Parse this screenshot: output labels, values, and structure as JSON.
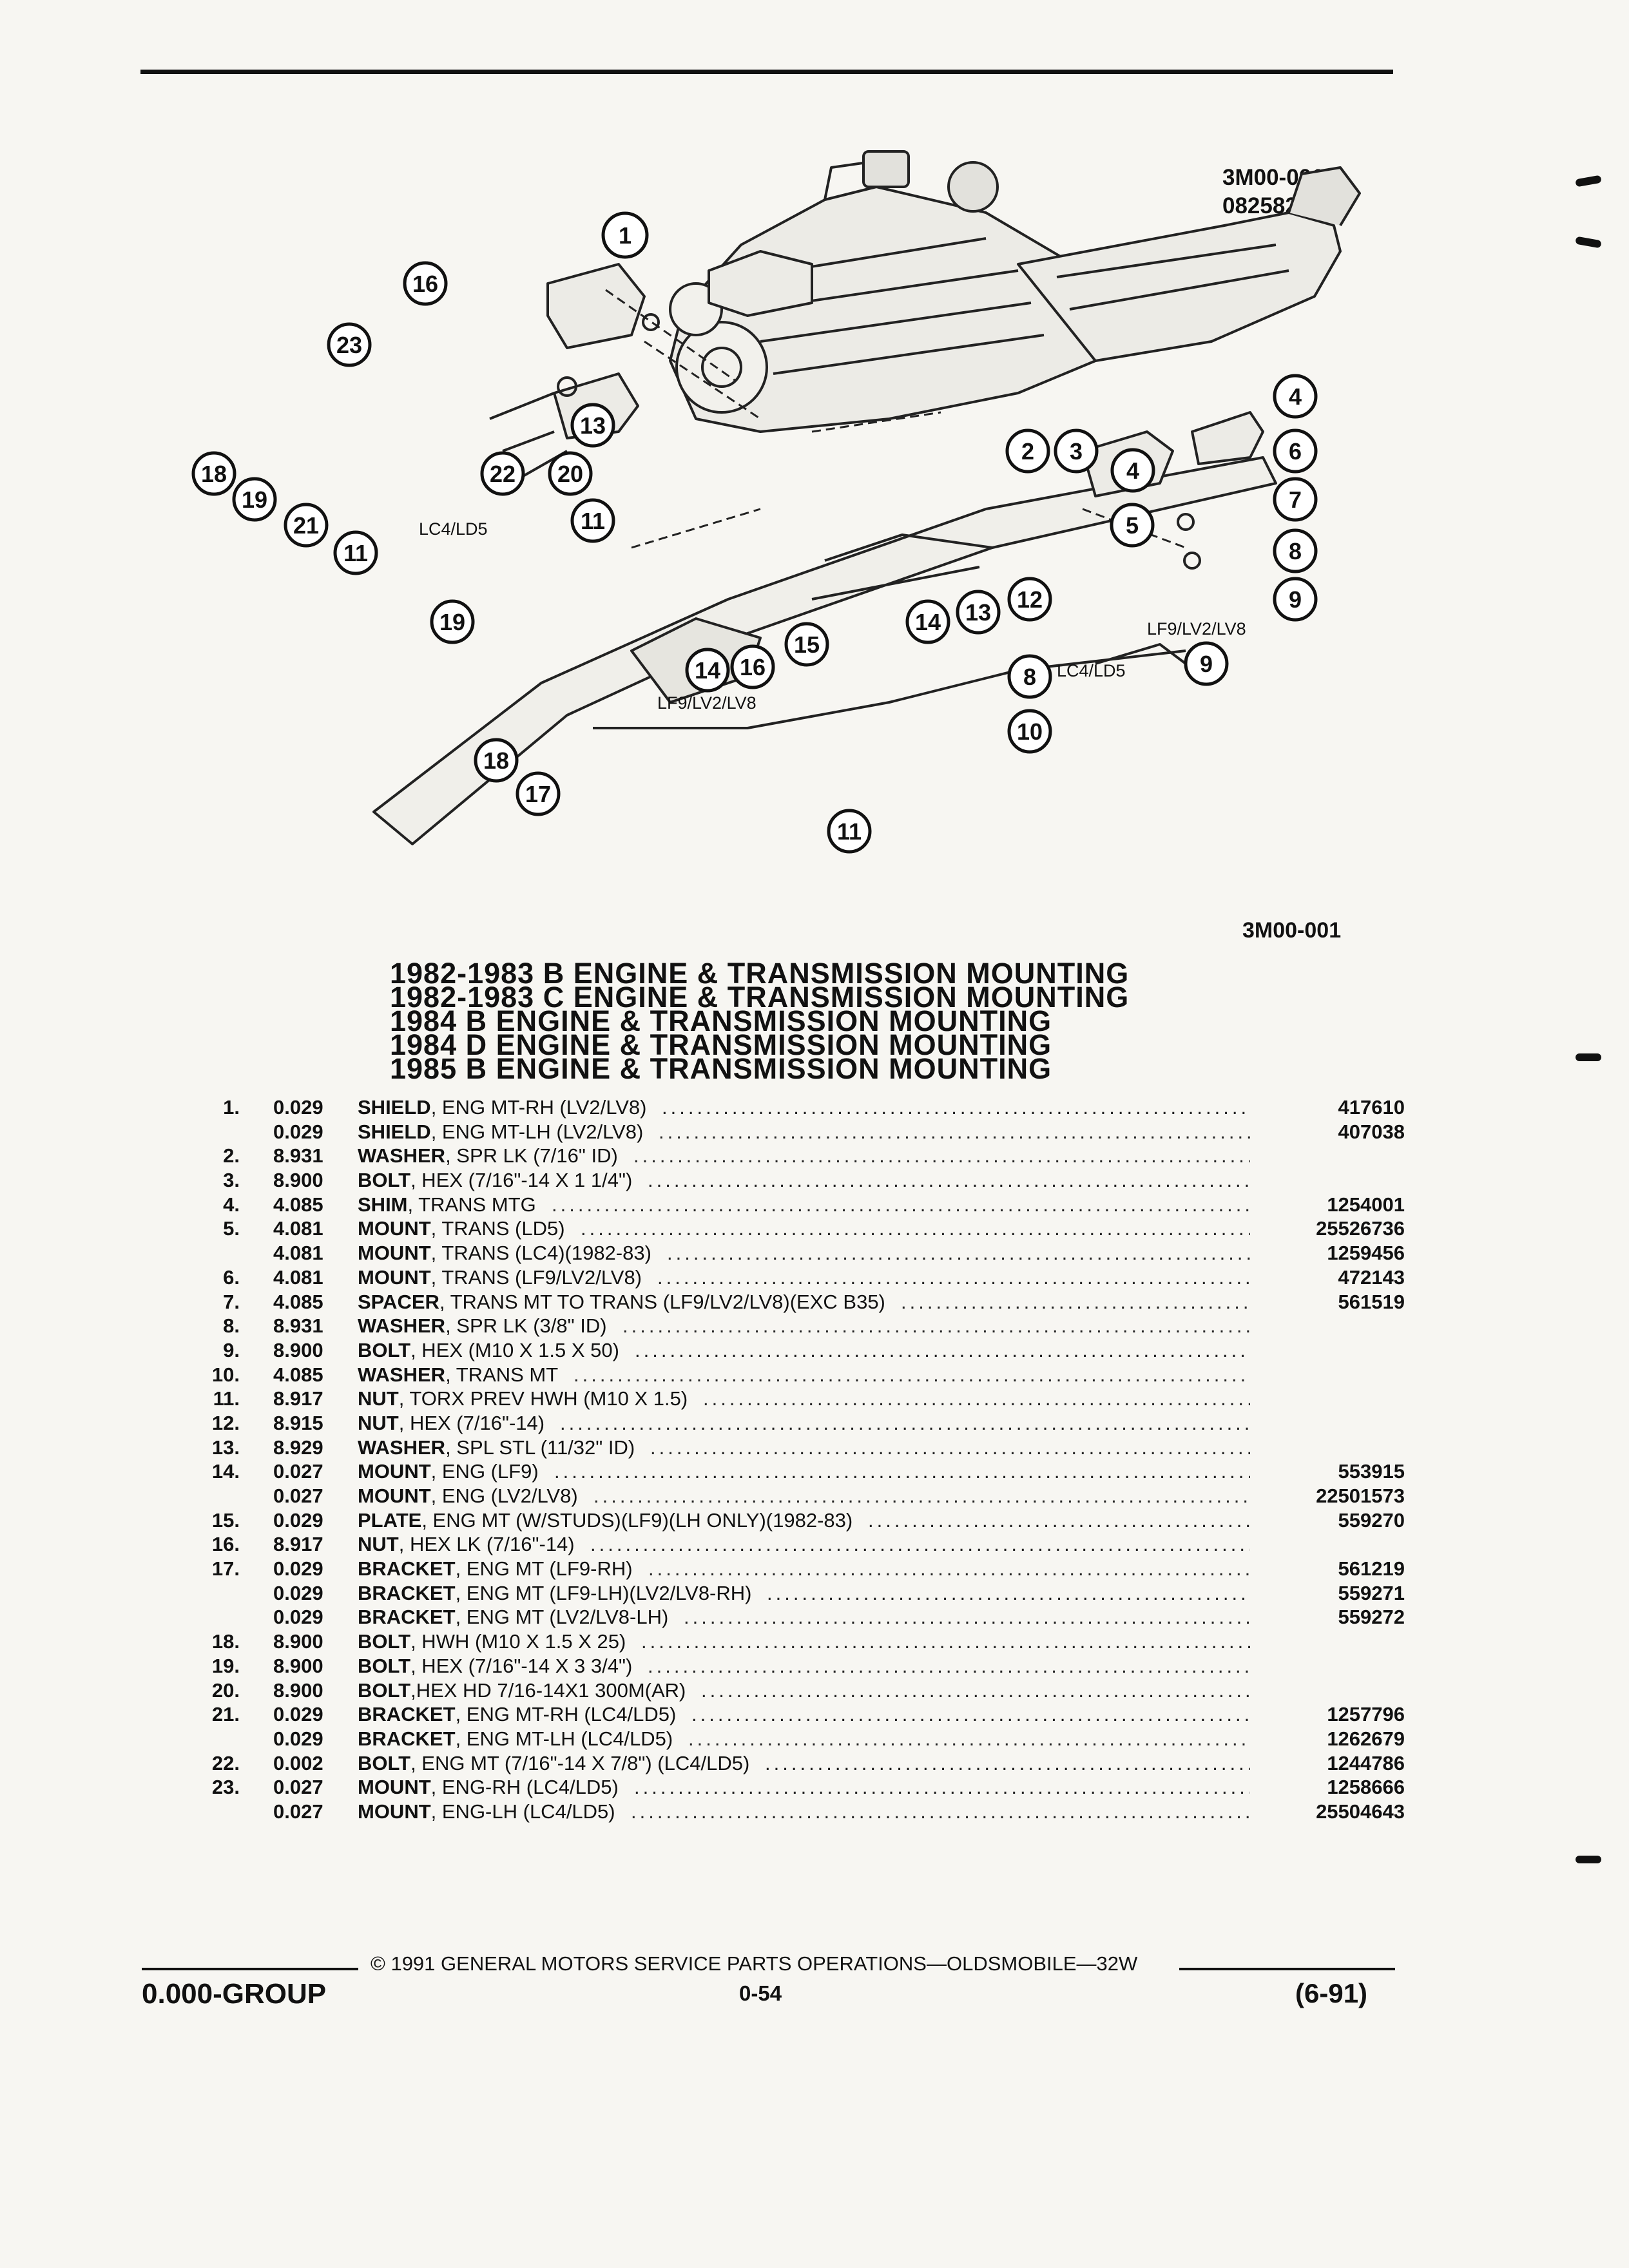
{
  "header": {
    "figure_code": "3M00-001",
    "figure_date": "082582",
    "figure_code_bottom": "3M00-001"
  },
  "diagram": {
    "callouts": [
      "1",
      "2",
      "3",
      "4",
      "4",
      "5",
      "6",
      "7",
      "8",
      "8",
      "9",
      "9",
      "10",
      "11",
      "11",
      "11",
      "12",
      "13",
      "13",
      "14",
      "14",
      "15",
      "16",
      "16",
      "17",
      "18",
      "18",
      "19",
      "19",
      "20",
      "21",
      "22",
      "23"
    ],
    "labels": [
      "LC4/LD5",
      "LC4/LD5",
      "LF9/LV2/LV8",
      "LF9/LV2/LV8"
    ]
  },
  "titles": [
    "1982-1983 B ENGINE & TRANSMISSION MOUNTING",
    "1982-1983 C ENGINE & TRANSMISSION MOUNTING",
    "1984 B ENGINE & TRANSMISSION MOUNTING",
    "1984 D ENGINE & TRANSMISSION MOUNTING",
    "1985 B ENGINE & TRANSMISSION MOUNTING"
  ],
  "parts": [
    {
      "num": "1.",
      "qty": "0.029",
      "name": "SHIELD",
      "spec": ", ENG MT-RH (LV2/LV8)",
      "part_no": "417610"
    },
    {
      "num": "",
      "qty": "0.029",
      "name": "SHIELD",
      "spec": ", ENG MT-LH (LV2/LV8)",
      "part_no": "407038"
    },
    {
      "num": "2.",
      "qty": "8.931",
      "name": "WASHER",
      "spec": ", SPR LK (7/16\" ID)",
      "part_no": ""
    },
    {
      "num": "3.",
      "qty": "8.900",
      "name": "BOLT",
      "spec": ", HEX (7/16\"-14 X 1 1/4\")",
      "part_no": ""
    },
    {
      "num": "4.",
      "qty": "4.085",
      "name": "SHIM",
      "spec": ", TRANS MTG",
      "part_no": "1254001"
    },
    {
      "num": "5.",
      "qty": "4.081",
      "name": "MOUNT",
      "spec": ", TRANS (LD5)",
      "part_no": "25526736"
    },
    {
      "num": "",
      "qty": "4.081",
      "name": "MOUNT",
      "spec": ", TRANS (LC4)(1982-83)",
      "part_no": "1259456"
    },
    {
      "num": "6.",
      "qty": "4.081",
      "name": "MOUNT",
      "spec": ", TRANS (LF9/LV2/LV8)",
      "part_no": "472143"
    },
    {
      "num": "7.",
      "qty": "4.085",
      "name": "SPACER",
      "spec": ", TRANS MT TO TRANS (LF9/LV2/LV8)(EXC B35)",
      "part_no": "561519"
    },
    {
      "num": "8.",
      "qty": "8.931",
      "name": "WASHER",
      "spec": ", SPR LK (3/8\" ID)",
      "part_no": ""
    },
    {
      "num": "9.",
      "qty": "8.900",
      "name": "BOLT",
      "spec": ", HEX (M10 X 1.5 X 50)",
      "part_no": ""
    },
    {
      "num": "10.",
      "qty": "4.085",
      "name": "WASHER",
      "spec": ", TRANS MT",
      "part_no": ""
    },
    {
      "num": "11.",
      "qty": "8.917",
      "name": "NUT",
      "spec": ", TORX PREV HWH (M10 X 1.5)",
      "part_no": ""
    },
    {
      "num": "12.",
      "qty": "8.915",
      "name": "NUT",
      "spec": ", HEX (7/16\"-14)",
      "part_no": ""
    },
    {
      "num": "13.",
      "qty": "8.929",
      "name": "WASHER",
      "spec": ", SPL STL (11/32\" ID)",
      "part_no": ""
    },
    {
      "num": "14.",
      "qty": "0.027",
      "name": "MOUNT",
      "spec": ", ENG (LF9)",
      "part_no": "553915"
    },
    {
      "num": "",
      "qty": "0.027",
      "name": "MOUNT",
      "spec": ", ENG (LV2/LV8)",
      "part_no": "22501573"
    },
    {
      "num": "15.",
      "qty": "0.029",
      "name": "PLATE",
      "spec": ", ENG MT (W/STUDS)(LF9)(LH ONLY)(1982-83)",
      "part_no": "559270"
    },
    {
      "num": "16.",
      "qty": "8.917",
      "name": "NUT",
      "spec": ", HEX LK (7/16\"-14)",
      "part_no": ""
    },
    {
      "num": "17.",
      "qty": "0.029",
      "name": "BRACKET",
      "spec": ", ENG MT (LF9-RH)",
      "part_no": "561219"
    },
    {
      "num": "",
      "qty": "0.029",
      "name": "BRACKET",
      "spec": ", ENG MT (LF9-LH)(LV2/LV8-RH)",
      "part_no": "559271"
    },
    {
      "num": "",
      "qty": "0.029",
      "name": "BRACKET",
      "spec": ", ENG MT (LV2/LV8-LH)",
      "part_no": "559272"
    },
    {
      "num": "18.",
      "qty": "8.900",
      "name": "BOLT",
      "spec": ", HWH (M10 X 1.5 X 25)",
      "part_no": ""
    },
    {
      "num": "19.",
      "qty": "8.900",
      "name": "BOLT",
      "spec": ", HEX (7/16\"-14 X 3 3/4\")",
      "part_no": ""
    },
    {
      "num": "20.",
      "qty": "8.900",
      "name": "BOLT",
      "spec": ",HEX HD 7/16-14X1 300M(AR)",
      "part_no": ""
    },
    {
      "num": "21.",
      "qty": "0.029",
      "name": "BRACKET",
      "spec": ", ENG MT-RH (LC4/LD5)",
      "part_no": "1257796"
    },
    {
      "num": "",
      "qty": "0.029",
      "name": "BRACKET",
      "spec": ", ENG MT-LH (LC4/LD5)",
      "part_no": "1262679"
    },
    {
      "num": "22.",
      "qty": "0.002",
      "name": "BOLT",
      "spec": ", ENG MT (7/16\"-14 X 7/8\") (LC4/LD5)",
      "part_no": "1244786"
    },
    {
      "num": "23.",
      "qty": "0.027",
      "name": "MOUNT",
      "spec": ", ENG-RH (LC4/LD5)",
      "part_no": "1258666"
    },
    {
      "num": "",
      "qty": "0.027",
      "name": "MOUNT",
      "spec": ", ENG-LH (LC4/LD5)",
      "part_no": "25504643"
    }
  ],
  "footer": {
    "copyright": "© 1991 GENERAL MOTORS SERVICE PARTS OPERATIONS—OLDSMOBILE—32W",
    "group": "0.000-GROUP",
    "page": "0-54",
    "date": "(6-91)"
  }
}
